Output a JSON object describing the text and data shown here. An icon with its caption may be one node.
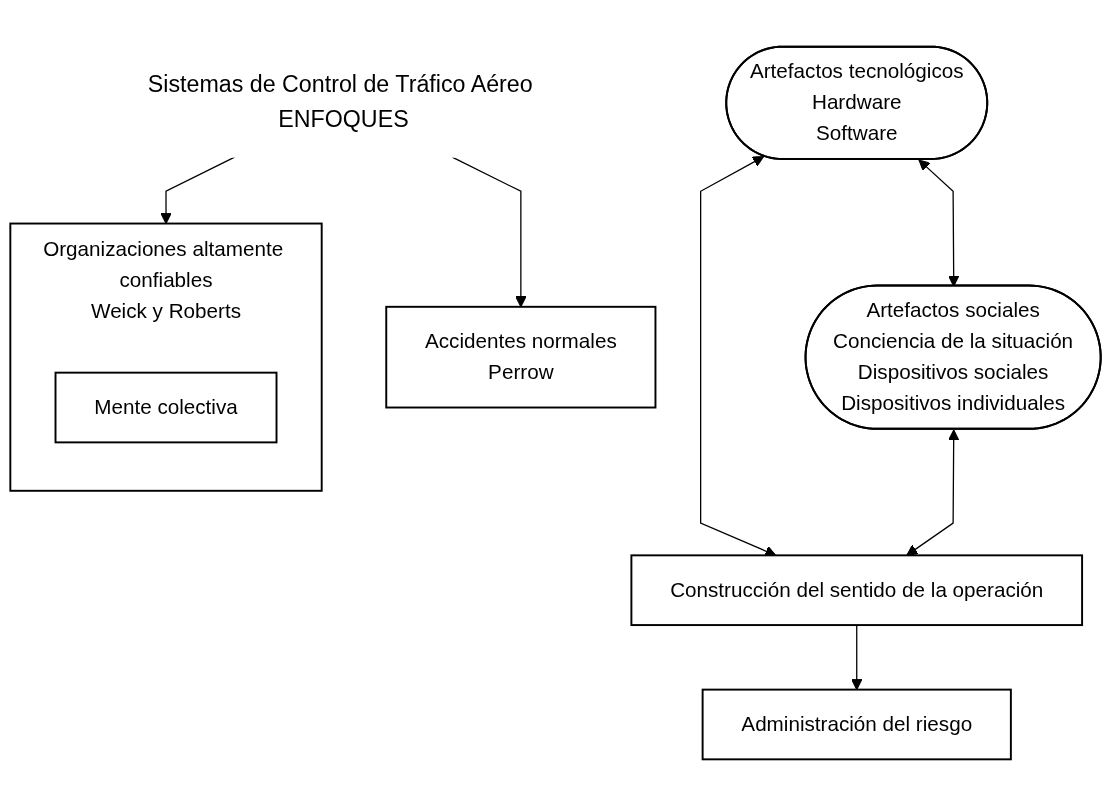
{
  "diagram": {
    "nodes": [
      {
        "text": [
          "Sistemas de Control de Tráfico Aéreo ENFOQUES"
        ]
      },
      {
        "text": [
          "Accidentes normales",
          "Perrow"
        ]
      },
      {
        "text": [
          "Administración del riesgo"
        ]
      },
      {
        "text": [
          "Organizaciones altamente confiables",
          "Weick y Roberts"
        ]
      },
      {
        "text": [
          "Mente colectiva"
        ],
        "in": 3
      },
      {
        "text": [
          "Construcción del sentido de la operación"
        ]
      },
      {
        "text": [
          "Artefactos tecnológicos",
          "Hardware",
          "Software"
        ]
      },
      {
        "text": [
          "Artefactos sociales",
          "Conciencia de la situación",
          "Dispositivos sociales",
          "Dispositivos individuales"
        ]
      }
    ],
    "edges": [
      {
        "from": 0,
        "to": 1,
        "arrow": "to"
      },
      {
        "from": 0,
        "to": 3,
        "arrow": "to"
      },
      {
        "from": 5,
        "to": 2,
        "arrow": "to"
      },
      {
        "from": 6,
        "to": 5,
        "arrow": "both"
      },
      {
        "from": 7,
        "to": 5,
        "arrow": "both"
      },
      {
        "from": 6,
        "to": 7,
        "arrow": "both"
      }
    ]
  }
}
